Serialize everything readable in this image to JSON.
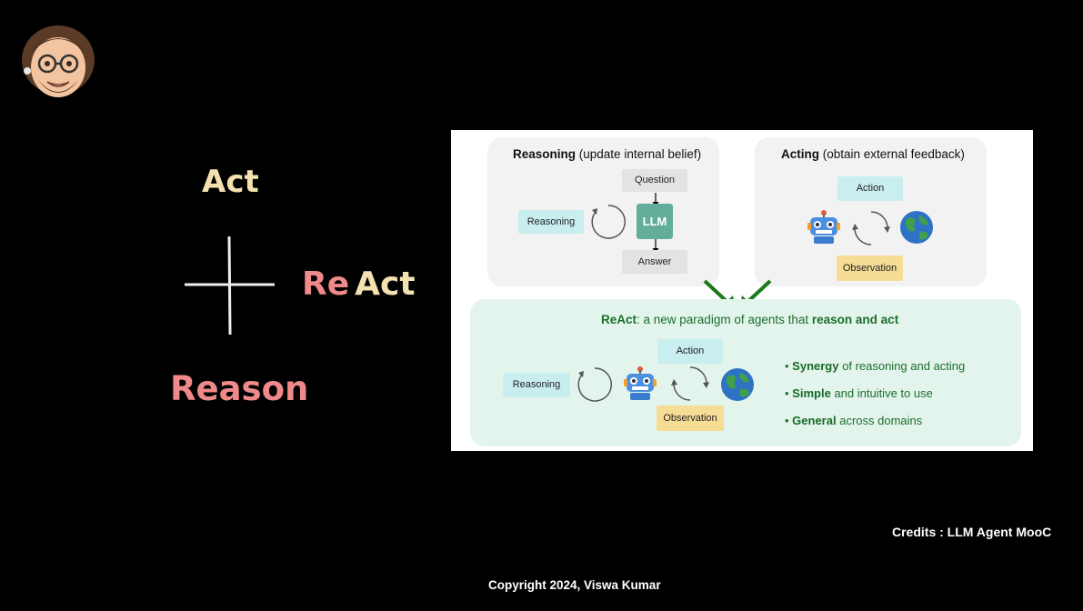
{
  "chalk": {
    "act": "Act",
    "react_re": "Re",
    "react_act": "Act",
    "reason": "Reason"
  },
  "panel": {
    "reasoning_title_bold": "Reasoning",
    "reasoning_title_rest": "(update internal belief)",
    "acting_title_bold": "Acting",
    "acting_title_rest": "(obtain external feedback)",
    "question": "Question",
    "reasoning_chip": "Reasoning",
    "llm": "LLM",
    "answer": "Answer",
    "action": "Action",
    "observation": "Observation",
    "react_title_bold": "ReAct",
    "react_title_mid": ": a new paradigm of agents that",
    "react_title_end": "reason and act",
    "react_reasoning": "Reasoning",
    "react_action": "Action",
    "react_observation": "Observation",
    "bullets": [
      {
        "bold": "Synergy",
        "rest": "of reasoning and acting"
      },
      {
        "bold": "Simple",
        "rest": "and intuitive to use"
      },
      {
        "bold": "General",
        "rest": "across domains"
      }
    ]
  },
  "footer": {
    "credits": "Credits : LLM Agent MooC",
    "copyright": "Copyright 2024, Viswa Kumar"
  },
  "icons": [
    "avatar-icon",
    "robot-icon",
    "globe-icon",
    "cycle-arrow-icon",
    "down-arrow-icon",
    "green-arrow-icon"
  ]
}
